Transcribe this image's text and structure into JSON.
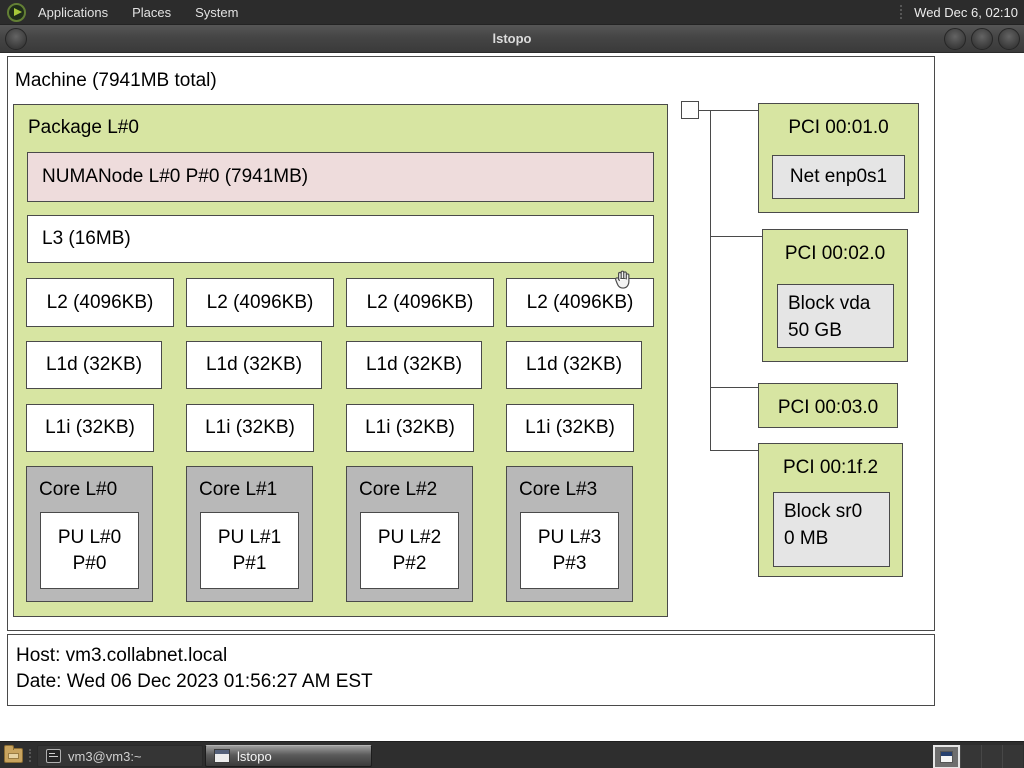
{
  "menubar": {
    "menus": [
      {
        "label": "Applications"
      },
      {
        "label": "Places"
      },
      {
        "label": "System"
      }
    ],
    "clock": "Wed Dec 6, 02:10"
  },
  "window": {
    "title": "lstopo"
  },
  "topology": {
    "machine_label": "Machine (7941MB total)",
    "package_label": "Package L#0",
    "numanode_label": "NUMANode L#0 P#0 (7941MB)",
    "l3_label": "L3 (16MB)",
    "l2": [
      "L2 (4096KB)",
      "L2 (4096KB)",
      "L2 (4096KB)",
      "L2 (4096KB)"
    ],
    "l1d": [
      "L1d (32KB)",
      "L1d (32KB)",
      "L1d (32KB)",
      "L1d (32KB)"
    ],
    "l1i": [
      "L1i (32KB)",
      "L1i (32KB)",
      "L1i (32KB)",
      "L1i (32KB)"
    ],
    "cores": [
      {
        "label": "Core L#0",
        "pu": [
          "PU L#0",
          "P#0"
        ]
      },
      {
        "label": "Core L#1",
        "pu": [
          "PU L#1",
          "P#1"
        ]
      },
      {
        "label": "Core L#2",
        "pu": [
          "PU L#2",
          "P#2"
        ]
      },
      {
        "label": "Core L#3",
        "pu": [
          "PU L#3",
          "P#3"
        ]
      }
    ],
    "pci": [
      {
        "label": "PCI 00:01.0",
        "device": [
          "Net enp0s1"
        ]
      },
      {
        "label": "PCI 00:02.0",
        "device": [
          "Block vda",
          "50 GB"
        ]
      },
      {
        "label": "PCI 00:03.0",
        "device": []
      },
      {
        "label": "PCI 00:1f.2",
        "device": [
          "Block sr0",
          "0 MB"
        ]
      }
    ]
  },
  "legend": {
    "host": "Host: vm3.collabnet.local",
    "date": "Date: Wed 06 Dec 2023 01:56:27 AM EST"
  },
  "taskbar": {
    "tasks": [
      {
        "label": "vm3@vm3:~"
      },
      {
        "label": "lstopo"
      }
    ]
  },
  "colors": {
    "package_green": "#d7e5a2",
    "numanode_pink": "#eedcdc",
    "core_gray": "#b8b8b8",
    "device_gray": "#e5e5e5",
    "box_border": "#4a4a4a",
    "panel_bg": "#2e2e2e"
  }
}
